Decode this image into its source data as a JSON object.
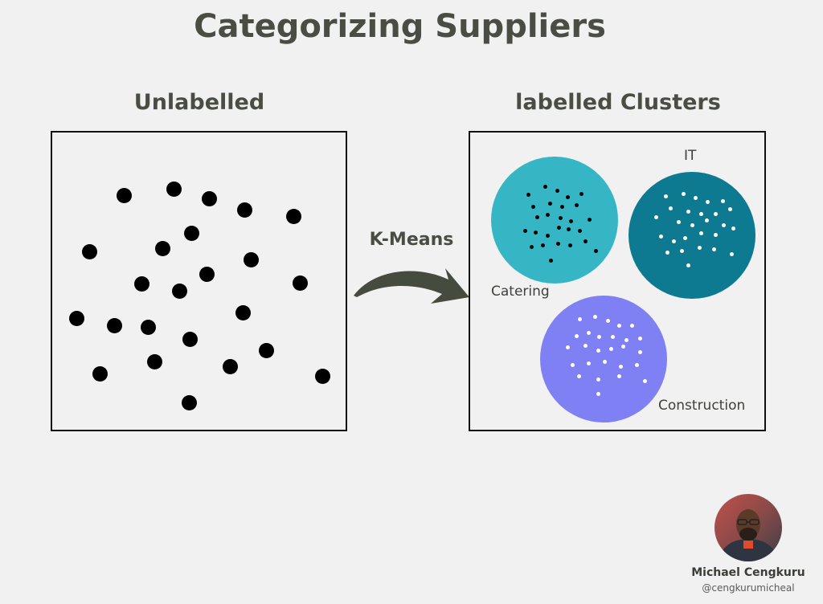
{
  "title": "Categorizing Suppliers",
  "left_panel": {
    "heading": "Unlabelled"
  },
  "right_panel": {
    "heading": "labelled Clusters"
  },
  "arrow": {
    "label": "K-Means"
  },
  "clusters": [
    {
      "label": "Catering",
      "color": "#36b6c5",
      "dot_color": "#000000"
    },
    {
      "label": "IT",
      "color": "#0d7a92",
      "dot_color": "#ffffff"
    },
    {
      "label": "Construction",
      "color": "#7e80f4",
      "dot_color": "#ffffff"
    }
  ],
  "author": {
    "name": "Michael Cengkuru",
    "handle": "@cengkurumicheal"
  },
  "colors": {
    "background": "#f0f1f0",
    "text": "#4a4d44",
    "arrow": "#464b3f",
    "dots": "#000000"
  }
}
